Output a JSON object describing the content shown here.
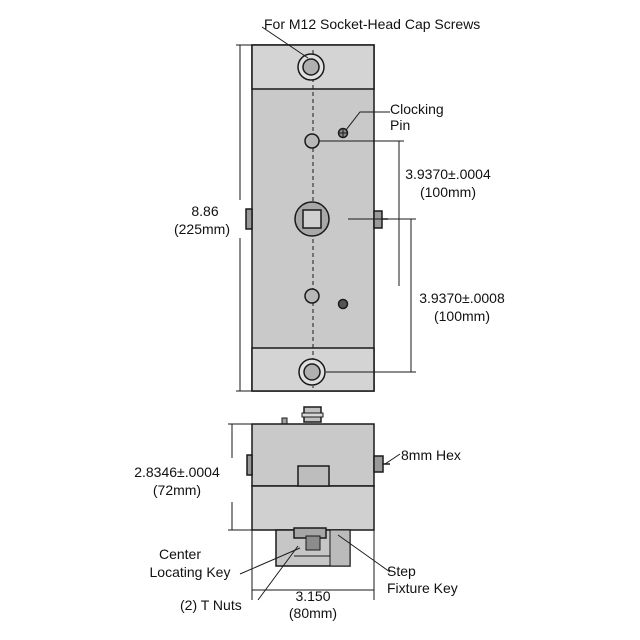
{
  "callouts": {
    "screws": "For M12 Socket-Head Cap Screws",
    "clocking_pin_line1": "Clocking",
    "clocking_pin_line2": "Pin",
    "hex": "8mm Hex",
    "center_key_line1": "Center",
    "center_key_line2": "Locating Key",
    "step_key_line1": "Step",
    "step_key_line2": "Fixture Key",
    "t_nuts": "(2) T Nuts"
  },
  "dimensions": {
    "height_in": "8.86",
    "height_mm": "(225mm)",
    "pin_spacing_in": "3.9370±.0004",
    "pin_spacing_mm": "(100mm)",
    "bolt_spacing_in": "3.9370±.0008",
    "bolt_spacing_mm": "(100mm)",
    "depth_in": "2.8346±.0004",
    "depth_mm": "(72mm)",
    "width_in": "3.150",
    "width_mm": "(80mm)"
  },
  "colors": {
    "body_fill": "#c9c9c9",
    "plate_fill": "#d4d4d4",
    "outline": "#1a1a1a",
    "dark_detail": "#555555"
  }
}
